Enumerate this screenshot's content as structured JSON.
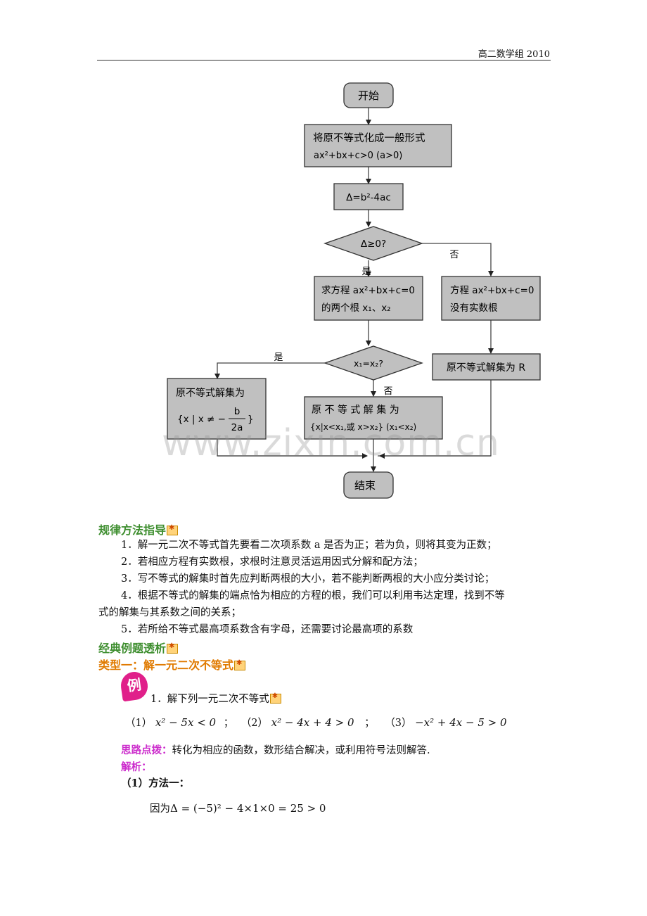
{
  "header": {
    "right_text": "高二数学组 2010"
  },
  "flowchart": {
    "start": "开始",
    "step1_line1": "将原不等式化成一般形式",
    "step1_line2": "ax²+bx+c>0 (a>0)",
    "delta": "Δ=b²-4ac",
    "decision1": "Δ≥0?",
    "no1": "否",
    "yes1": "是",
    "roots_line1": "求方程 ax²+bx+c=0",
    "roots_line2": "的两个根 x₁、x₂",
    "noroot_line1": "方程 ax²+bx+c=0",
    "noroot_line2": "没有实数根",
    "decision2": "x₁=x₂?",
    "yes2": "是",
    "no2": "否",
    "solR": "原不等式解集为 R",
    "solEq_line1": "原不等式解集为",
    "solEq_line2": "{x | x ≠ −",
    "solEq_num": "b",
    "solEq_den": "2a",
    "solEq_close": "}",
    "solNe_line1": "原 不 等 式 解 集 为",
    "solNe_line2": "{x|x<x₁,或 x>x₂} (x₁<x₂)",
    "end": "结束"
  },
  "watermark": "www.zixin.com.cn",
  "methods": {
    "title": "规律方法指导",
    "items": [
      "1．解一元二次不等式首先要看二次项系数 a 是否为正；若为负，则将其变为正数；",
      "2．若相应方程有实数根，求根时注意灵活运用因式分解和配方法；",
      "3．写不等式的解集时首先应判断两根的大小，若不能判断两根的大小应分类讨论；",
      "4．根据不等式的解集的端点恰为相应的方程的根，我们可以利用韦达定理，找到不等",
      "式的解集与其系数之间的关系；",
      "5．若所给不等式最高项系数含有字母，还需要讨论最高项的系数"
    ]
  },
  "examples": {
    "title": "经典例题透析",
    "type_title": "类型一：解一元二次不等式",
    "badge": "例",
    "problem": "1．解下列一元二次不等式",
    "p1_label": "（1）",
    "p1": "x² − 5x < 0",
    "sep1": "；",
    "p2_label": "（2）",
    "p2": "x² − 4x + 4 > 0",
    "sep2": "；",
    "p3_label": "（3）",
    "p3": "−x² + 4x − 5 > 0",
    "hint_label": "思路点拨：",
    "hint": "转化为相应的函数，数形结合解决，或利用符号法则解答.",
    "analysis_label": "解析：",
    "method1": "（1）方法一：",
    "because": "因为",
    "delta_expr": "Δ = (−5)² − 4×1×0 = 25 > 0"
  },
  "colors": {
    "box_fill": "#c0c0c0",
    "green": "#3e8e2f",
    "orange": "#e07a00",
    "magenta": "#cc2ccc",
    "badge": "#e0208a"
  }
}
